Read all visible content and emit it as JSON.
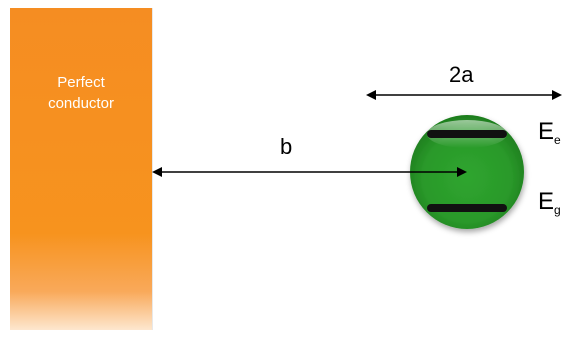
{
  "conductor": {
    "label": "Perfect\nconductor",
    "color": "#f7931e"
  },
  "labels": {
    "width": "2a",
    "distance": "b",
    "excited": {
      "main": "E",
      "sub": "e"
    },
    "ground": {
      "main": "E",
      "sub": "g"
    }
  },
  "colors": {
    "atom": "#2e9e2e",
    "level_bar": "#111111",
    "arrow": "#000000"
  }
}
